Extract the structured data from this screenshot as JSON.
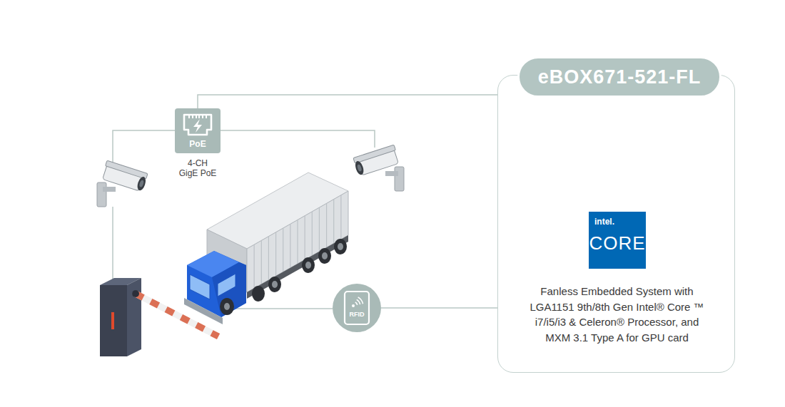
{
  "diagram": {
    "nodes": [
      {
        "text": [
          "Fanless Embedded System with LGA1151 9th/8th Gen Intel® Core ™ i7/i5/i3 & Celeron® Processor, and MXM 3.1 Type A for GPU card"
        ]
      },
      {
        "text": [
          "eBOX671-521-FL"
        ],
        "in": 0
      },
      {
        "text": [
          "intel.",
          "CORE"
        ],
        "in": 0
      },
      {
        "text": [
          "PoE",
          "4-CH GigE PoE"
        ]
      },
      {
        "text": [
          "RFID"
        ]
      }
    ],
    "edges": [
      {
        "from": 3,
        "to": 0,
        "arrow": "none"
      },
      {
        "from": 4,
        "to": 0,
        "arrow": "none"
      }
    ]
  }
}
